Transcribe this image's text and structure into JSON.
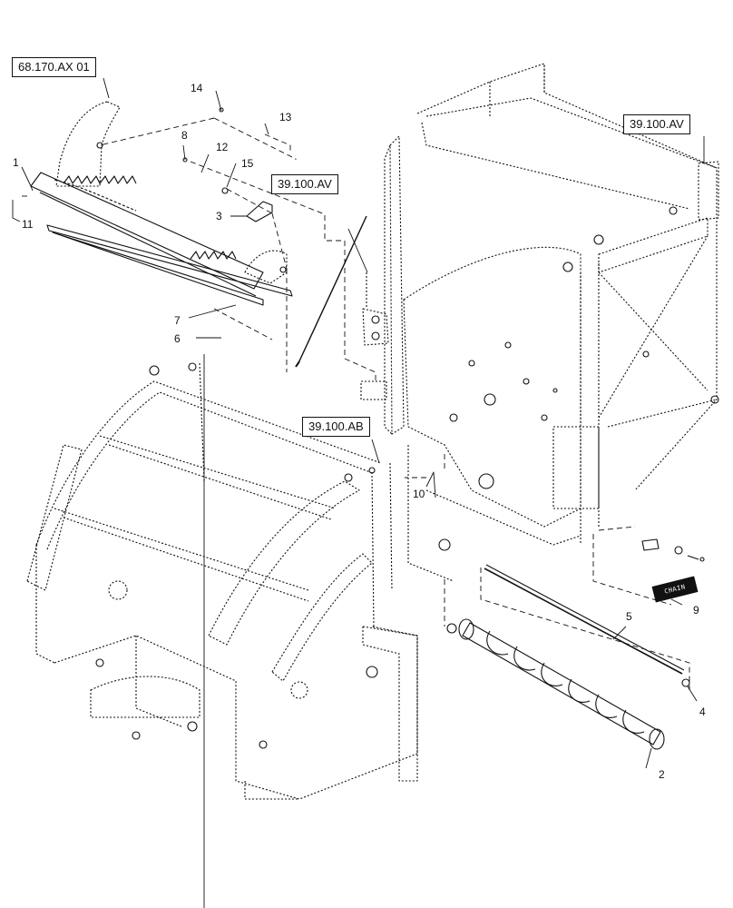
{
  "ref_boxes": [
    {
      "id": "a",
      "label": "68.170.AX 01"
    },
    {
      "id": "b",
      "label": "39.100.AV"
    },
    {
      "id": "c",
      "label": "39.100.AV"
    },
    {
      "id": "d",
      "label": "39.100.AB"
    }
  ],
  "callouts": {
    "c1": "1",
    "c2": "2",
    "c3": "3",
    "c4": "4",
    "c5": "5",
    "c6": "6",
    "c7": "7",
    "c8": "8",
    "c9": "9",
    "c10": "10",
    "c11": "11",
    "c12": "12",
    "c13": "13",
    "c14": "14",
    "c15": "15"
  },
  "decal": {
    "text": "CHAIN"
  },
  "colors": {
    "line": "#111111",
    "background": "#ffffff"
  }
}
